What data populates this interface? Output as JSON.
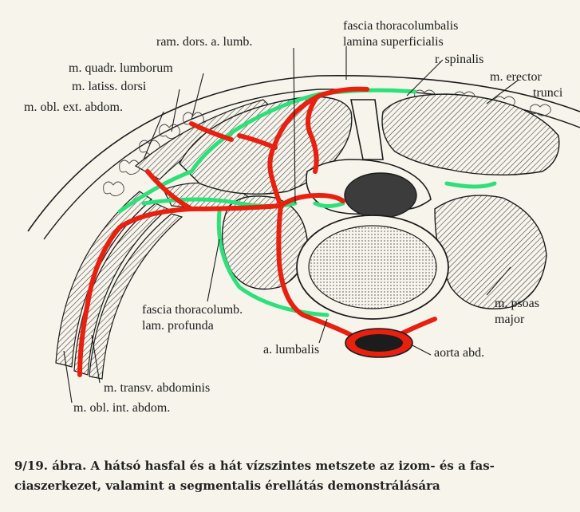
{
  "labels": {
    "fascia_superficialis_1": "fascia thoracolumbalis",
    "fascia_superficialis_2": "lamina superficialis",
    "ram_dors": "ram. dors. a. lumb.",
    "r_spinalis": "r. spinalis",
    "quadr_lumborum": "m. quadr. lumborum",
    "latiss_dorsi": "m. latiss. dorsi",
    "obl_ext": "m. obl. ext. abdom.",
    "erector_1": "m. erector",
    "erector_2": "trunci",
    "fascia_profunda_1": "fascia thoracolumb.",
    "fascia_profunda_2": "lam. profunda",
    "psoas_1": "m. psoas",
    "psoas_2": "major",
    "a_lumbalis": "a. lumbalis",
    "aorta": "aorta abd.",
    "transv": "m. transv. abdominis",
    "obl_int": "m. obl. int. abdom."
  },
  "caption": {
    "line1": "9/19. ábra. A hátsó hasfal és a hát vízszintes metszete az izom- és a fas-",
    "line2": "ciaszerkezet, valamint a segmentalis érellátás demonstrálására"
  },
  "colors": {
    "artery": "#e8200f",
    "fascia": "#2ee07a",
    "outline": "#1c1c1c",
    "paper": "#f7f4ec"
  }
}
